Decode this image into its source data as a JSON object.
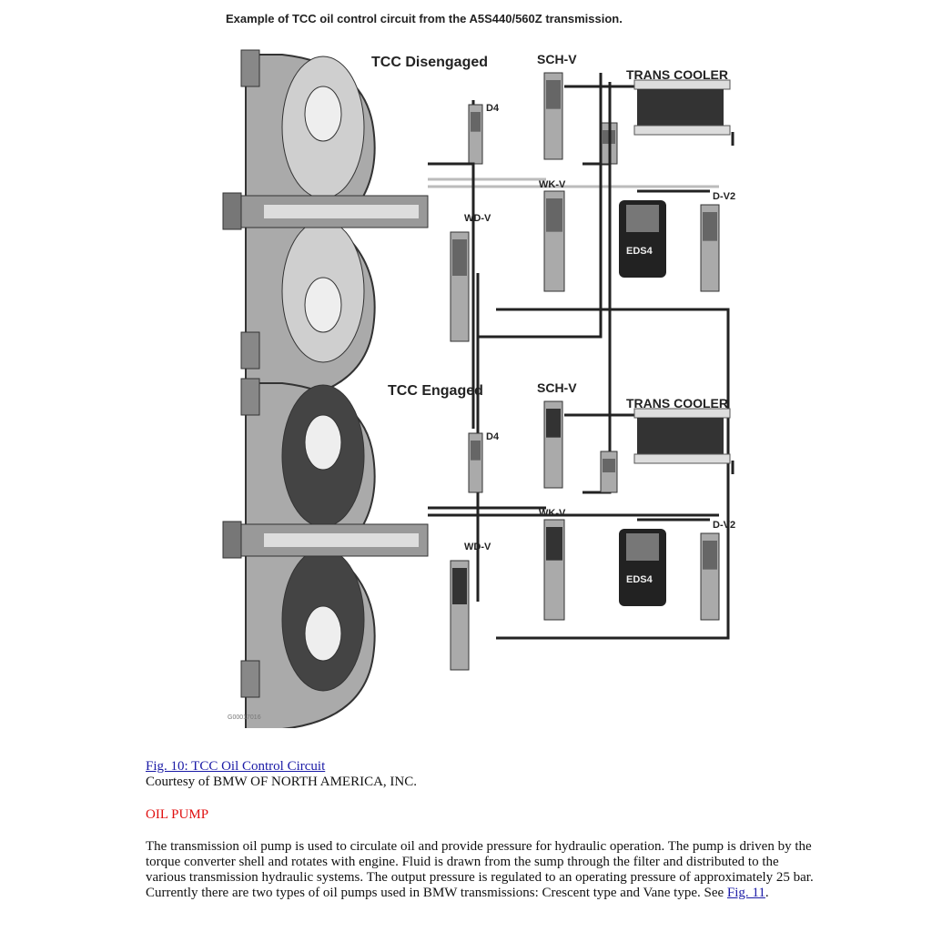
{
  "figure": {
    "title": "Example of TCC oil control circuit from the A5S440/560Z transmission.",
    "panels": [
      {
        "state": "TCC Disengaged",
        "labels": {
          "sch": "SCH-V",
          "cooler": "TRANS COOLER",
          "d4": "D4",
          "wk": "WK-V",
          "dv2": "D-V2",
          "wd": "WD-V",
          "eds": "EDS4"
        }
      },
      {
        "state": "TCC Engaged",
        "labels": {
          "sch": "SCH-V",
          "cooler": "TRANS COOLER",
          "d4": "D4",
          "wk": "WK-V",
          "dv2": "D-V2",
          "wd": "WD-V",
          "eds": "EDS4"
        }
      }
    ],
    "code": "G00017016"
  },
  "caption": {
    "link": "Fig. 10: TCC Oil Control Circuit",
    "courtesy": "Courtesy of BMW OF NORTH AMERICA, INC."
  },
  "section": {
    "heading": "OIL PUMP",
    "body": "The transmission oil pump is used to circulate oil and provide pressure for hydraulic operation. The pump is driven by the torque converter shell and rotates with engine. Fluid is drawn from the sump through the filter and distributed to the various transmission hydraulic systems. The output pressure is regulated to an operating pressure of approximately 25 bar. Currently there are two types of oil pumps used in BMW transmissions: Crescent type and Vane type. See ",
    "link": "Fig. 11",
    "end": "."
  },
  "colors": {
    "heading": "#e01010",
    "link": "#1a1aa6"
  }
}
